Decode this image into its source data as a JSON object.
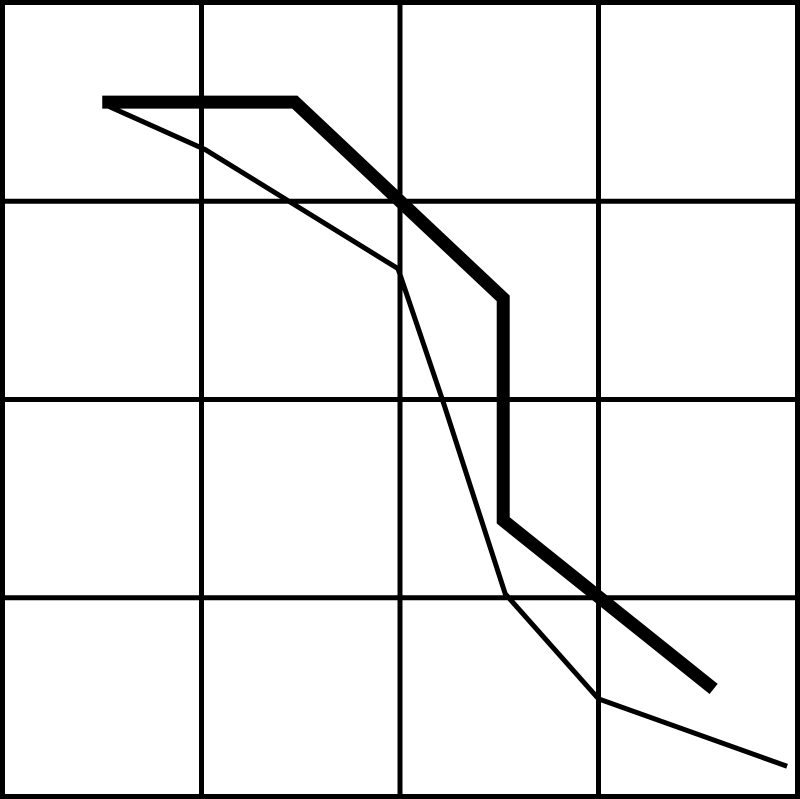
{
  "chart_data": {
    "type": "line",
    "grid": true,
    "legend": "none",
    "xlim": [
      0,
      4
    ],
    "ylim": [
      0,
      4
    ],
    "grid_divisions": 4,
    "series": [
      {
        "style": "thick",
        "color": "#000000",
        "points": [
          [
            0.5,
            3.5
          ],
          [
            1.47,
            3.5
          ],
          [
            2.52,
            2.51
          ],
          [
            2.52,
            1.39
          ],
          [
            3.58,
            0.54
          ]
        ]
      },
      {
        "style": "thin",
        "color": "#000000",
        "points": [
          [
            0.53,
            3.48
          ],
          [
            1.02,
            3.26
          ],
          [
            1.99,
            2.66
          ],
          [
            2.22,
            1.98
          ],
          [
            2.53,
            1.02
          ],
          [
            3.0,
            0.49
          ],
          [
            3.95,
            0.15
          ]
        ]
      }
    ]
  }
}
